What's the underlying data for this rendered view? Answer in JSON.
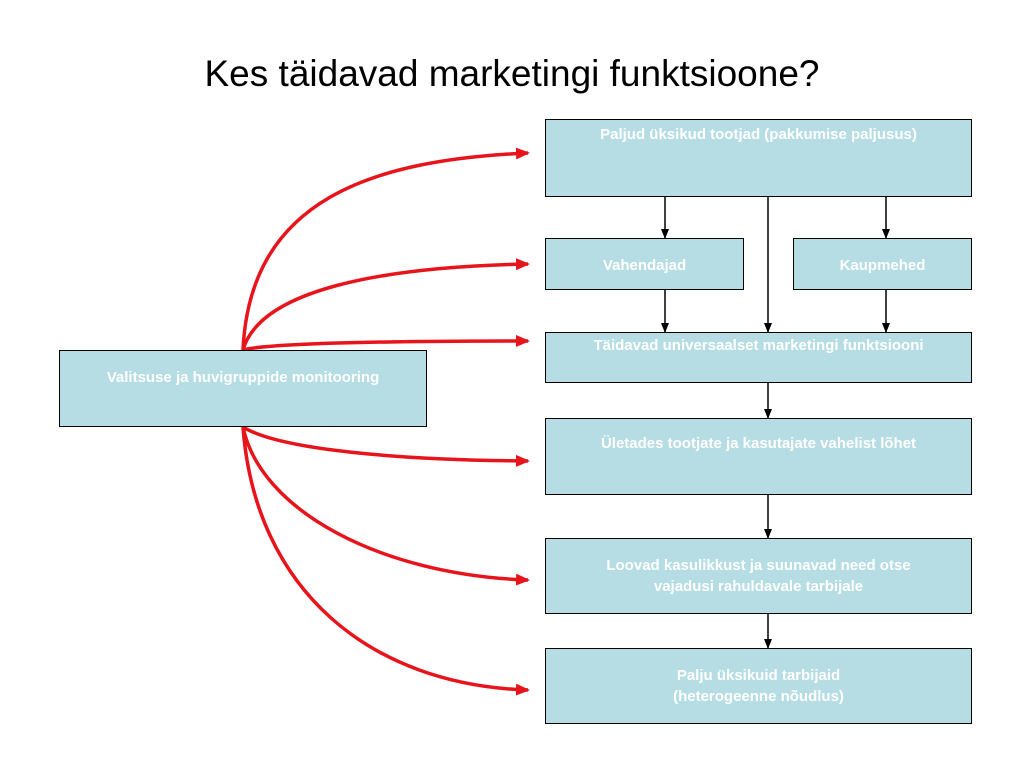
{
  "title": "Kes täidavad marketingi funktsioone?",
  "colors": {
    "box_fill": "#b5dde3",
    "box_text": "#ffffff",
    "box_border": "#000000",
    "connector": "#000000",
    "monitoring_arrow": "#e8141b"
  },
  "nodes": {
    "producers": "Paljud üksikud tootjad (pakkumise paljusus)",
    "intermediaries": "Vahendajad",
    "merchants": "Kaupmehed",
    "universal_functions": "Täidavad universaalset marketingi funktsiooni",
    "bridge_gap": "Ületades tootjate ja kasutajate vahelist lõhet",
    "create_value": "Loovad kasulikkust ja suunavad need otse vajadusi rahuldavale tarbijale",
    "consumers": "Palju üksikuid tarbijaid (heterogeenne nõudlus)",
    "monitoring": "Valitsuse ja huvigruppide monitooring"
  }
}
